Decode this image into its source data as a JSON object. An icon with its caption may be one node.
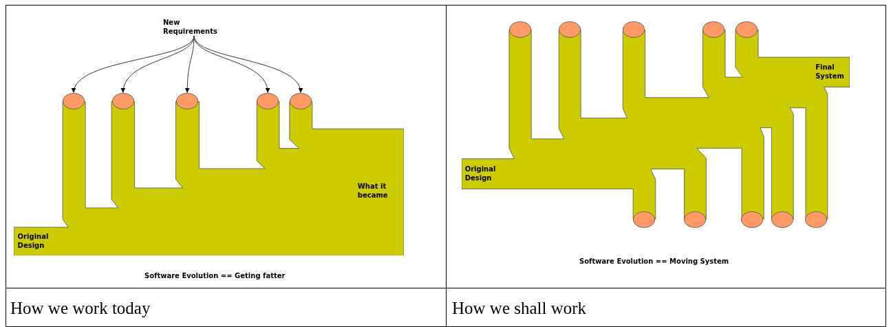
{
  "diagram": {
    "nodes": [
      {
        "text": [
          "New Requirements"
        ]
      },
      {
        "text": [
          "Original Design",
          "What it became"
        ]
      },
      {
        "text": [],
        "shape": "ellipse"
      },
      {
        "text": [],
        "shape": "ellipse"
      },
      {
        "text": [],
        "shape": "ellipse"
      },
      {
        "text": [],
        "shape": "ellipse"
      },
      {
        "text": [],
        "shape": "ellipse"
      },
      {
        "text": [
          "Original Design",
          "Final System"
        ]
      },
      {
        "text": [],
        "shape": "ellipse"
      },
      {
        "text": [],
        "shape": "ellipse"
      },
      {
        "text": [],
        "shape": "ellipse"
      },
      {
        "text": [],
        "shape": "ellipse"
      },
      {
        "text": [],
        "shape": "ellipse"
      },
      {
        "text": [],
        "shape": "ellipse"
      },
      {
        "text": [],
        "shape": "ellipse"
      },
      {
        "text": [],
        "shape": "ellipse"
      },
      {
        "text": [],
        "shape": "ellipse"
      },
      {
        "text": [],
        "shape": "ellipse"
      }
    ],
    "edges": [
      {
        "from": 0,
        "to": 2,
        "arrow": "to"
      },
      {
        "from": 0,
        "to": 3,
        "arrow": "to"
      },
      {
        "from": 0,
        "to": 4,
        "arrow": "to"
      },
      {
        "from": 0,
        "to": 5,
        "arrow": "to"
      },
      {
        "from": 0,
        "to": 6,
        "arrow": "to"
      }
    ],
    "labels": [
      "Software Evolution == Geting fatter",
      "Software Evolution == Moving System",
      "How we work today",
      "How we shall work"
    ]
  }
}
